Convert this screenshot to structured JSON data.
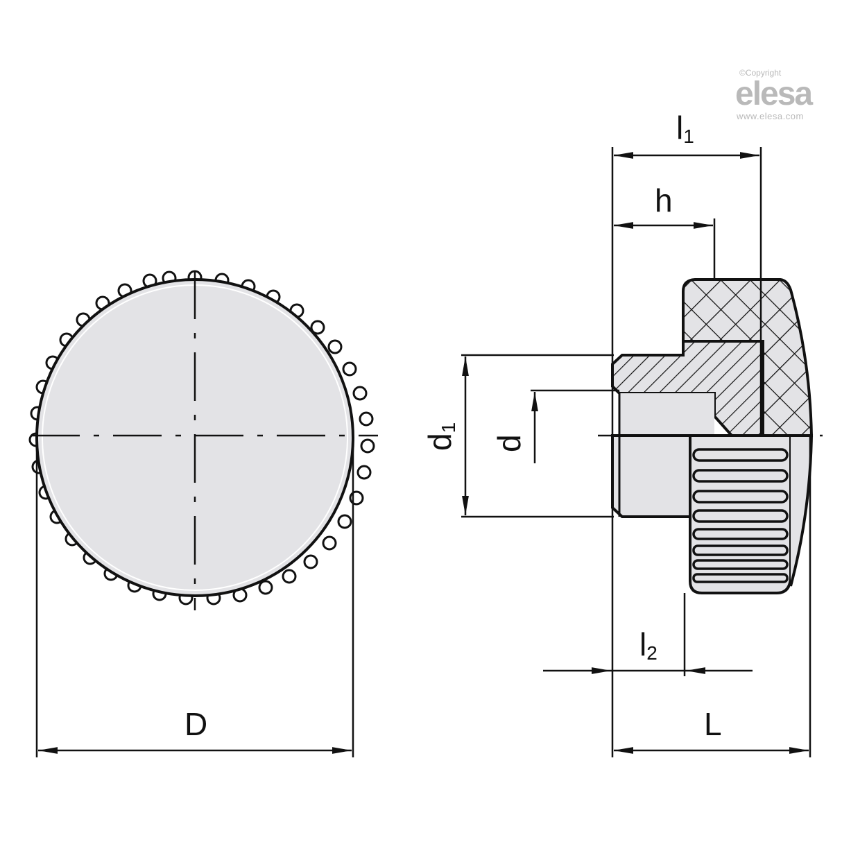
{
  "watermark": {
    "copyright": "©Copyright",
    "brand": "elesa",
    "url": "www.elesa.com",
    "color": "#b9b9b9"
  },
  "front_view": {
    "diameter_label": "D"
  },
  "section_view": {
    "labels": {
      "l1_main": "l",
      "l1_sub": "1",
      "h": "h",
      "d1_main": "d",
      "d1_sub": "1",
      "d": "d",
      "l2_main": "l",
      "l2_sub": "2",
      "L": "L"
    }
  },
  "colors": {
    "line": "#111111",
    "fill": "#e3e3e6",
    "background": "#ffffff"
  }
}
